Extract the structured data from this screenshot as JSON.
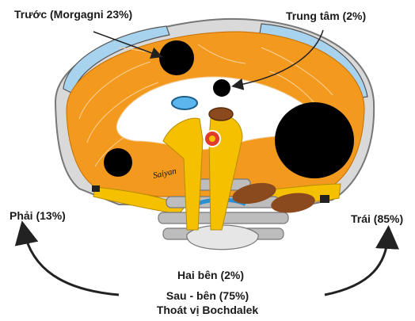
{
  "labels": {
    "anterior": "Trước (Morgagni 23%)",
    "central": "Trung tâm (2%)",
    "right": "Phải (13%)",
    "left": "Trái (85%)",
    "lateral": "Hai bên (2%)",
    "posterolateral": "Sau - bên (75%)",
    "bochdalek": "Thoát vị Bochdalek"
  },
  "signature": "Saiyan",
  "colors": {
    "muscle": "#f39a1e",
    "tendon": "#ffffff",
    "defect": "#000000",
    "esophagus": "#f4c000",
    "aorta": "#e03a2a",
    "vena_cava": "#8b4a1e",
    "vertebra": "#bdbdbd",
    "rib_blue": "#a7d3ee"
  }
}
